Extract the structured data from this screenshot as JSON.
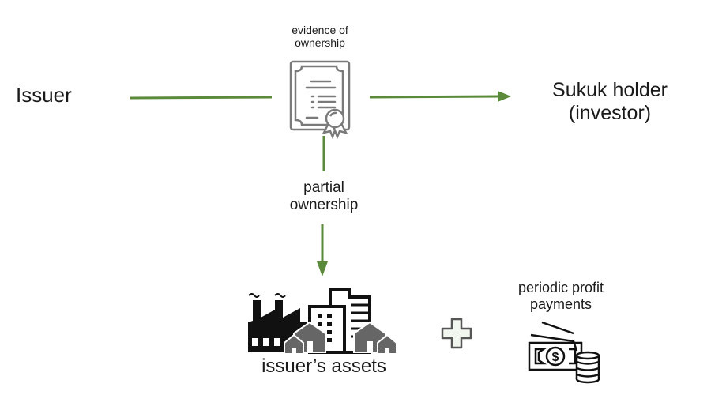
{
  "diagram": {
    "issuer_label": "Issuer",
    "holder_label_line1": "Sukuk holder",
    "holder_label_line2": "(investor)",
    "certificate_caption_line1": "evidence of",
    "certificate_caption_line2": "ownership",
    "partial_label_line1": "partial",
    "partial_label_line2": "ownership",
    "assets_label": "issuer’s assets",
    "profit_label_line1": "periodic profit",
    "profit_label_line2": "payments",
    "icons": {
      "certificate": "certificate-icon",
      "assets": "factory-buildings-houses-icon",
      "plus": "plus-icon",
      "money": "cash-and-coins-icon"
    },
    "colors": {
      "arrow": "#5a8a3a",
      "icon_gray": "#7a7a7a",
      "icon_dark": "#111111",
      "text": "#1a1a1a"
    }
  }
}
